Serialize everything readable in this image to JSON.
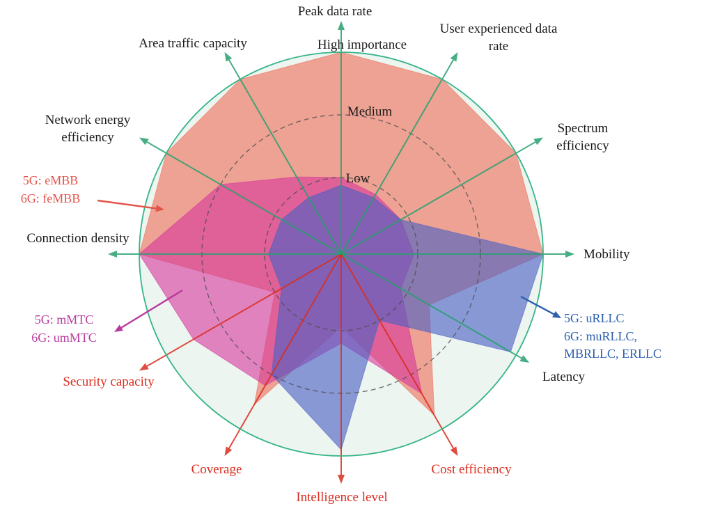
{
  "chart_data": {
    "type": "radar",
    "description": "Importance of 5G/6G KPIs per usage scenario (eMBB, mMTC, uRLLC families)",
    "inner_background": "#edf5f0",
    "outer_circle_color": "#37b488",
    "grid_color": "#4b4b4b",
    "levels": [
      {
        "value": 1,
        "label": "Low"
      },
      {
        "value": 2,
        "label": "Medium"
      },
      {
        "value": 3,
        "label": "High importance"
      }
    ],
    "value_scale_note": "values on 0-3 scale: 1=Low, 2=Medium, 3=High importance",
    "axes": [
      {
        "label": "Peak data rate",
        "axis_color": "#27a06e",
        "label_color": "#1b1b1b"
      },
      {
        "label": "User experienced data rate",
        "axis_color": "#27a06e",
        "label_color": "#1b1b1b"
      },
      {
        "label": "Spectrum efficiency",
        "axis_color": "#27a06e",
        "label_color": "#1b1b1b"
      },
      {
        "label": "Mobility",
        "axis_color": "#27a06e",
        "label_color": "#1b1b1b"
      },
      {
        "label": "Latency",
        "axis_color": "#27a06e",
        "label_color": "#1b1b1b"
      },
      {
        "label": "Cost efficiency",
        "axis_color": "#d92d1f",
        "label_color": "#d92d1f"
      },
      {
        "label": "Intelligence level",
        "axis_color": "#d92d1f",
        "label_color": "#d92d1f"
      },
      {
        "label": "Coverage",
        "axis_color": "#d92d1f",
        "label_color": "#d92d1f"
      },
      {
        "label": "Security capacity",
        "axis_color": "#d92d1f",
        "label_color": "#d92d1f"
      },
      {
        "label": "Connection density",
        "axis_color": "#27a06e",
        "label_color": "#1b1b1b"
      },
      {
        "label": "Network energy efficiency",
        "axis_color": "#27a06e",
        "label_color": "#1b1b1b"
      },
      {
        "label": "Area traffic capacity",
        "axis_color": "#27a06e",
        "label_color": "#1b1b1b"
      }
    ],
    "series": [
      {
        "name": "5G: eMBB / 6G: feMBB",
        "legend_lines": [
          "5G: eMBB",
          "6G: feMBB"
        ],
        "color": "#ee6a55",
        "legend_color": "#e3544a",
        "fill_opacity": 0.6,
        "values": [
          3,
          3,
          3,
          3,
          1.4,
          2.75,
          0.95,
          2.55,
          1.0,
          3,
          3,
          3
        ]
      },
      {
        "name": "5G: mMTC / 6G: umMTC",
        "legend_lines": [
          "5G: mMTC",
          "6G: umMTC"
        ],
        "color": "#d5359b",
        "legend_color": "#b93a9d",
        "fill_opacity": 0.6,
        "values": [
          1.0,
          0.9,
          0.9,
          0.95,
          0.9,
          2.35,
          1.2,
          2.2,
          2.5,
          3,
          2.0,
          1.2
        ]
      },
      {
        "name": "5G: uRLLC / 6G: muRLLC, MBRLLC, ERLLC",
        "legend_lines": [
          "5G: uRLLC",
          "6G: muRLLC,",
          "MBRLLC, ERLLC"
        ],
        "color": "#4a5fc4",
        "legend_color": "#2c5fae",
        "fill_opacity": 0.62,
        "values": [
          0.9,
          0.85,
          0.9,
          3,
          2.9,
          1.0,
          2.9,
          2.0,
          0.9,
          0.95,
          0.9,
          0.85
        ]
      }
    ]
  }
}
